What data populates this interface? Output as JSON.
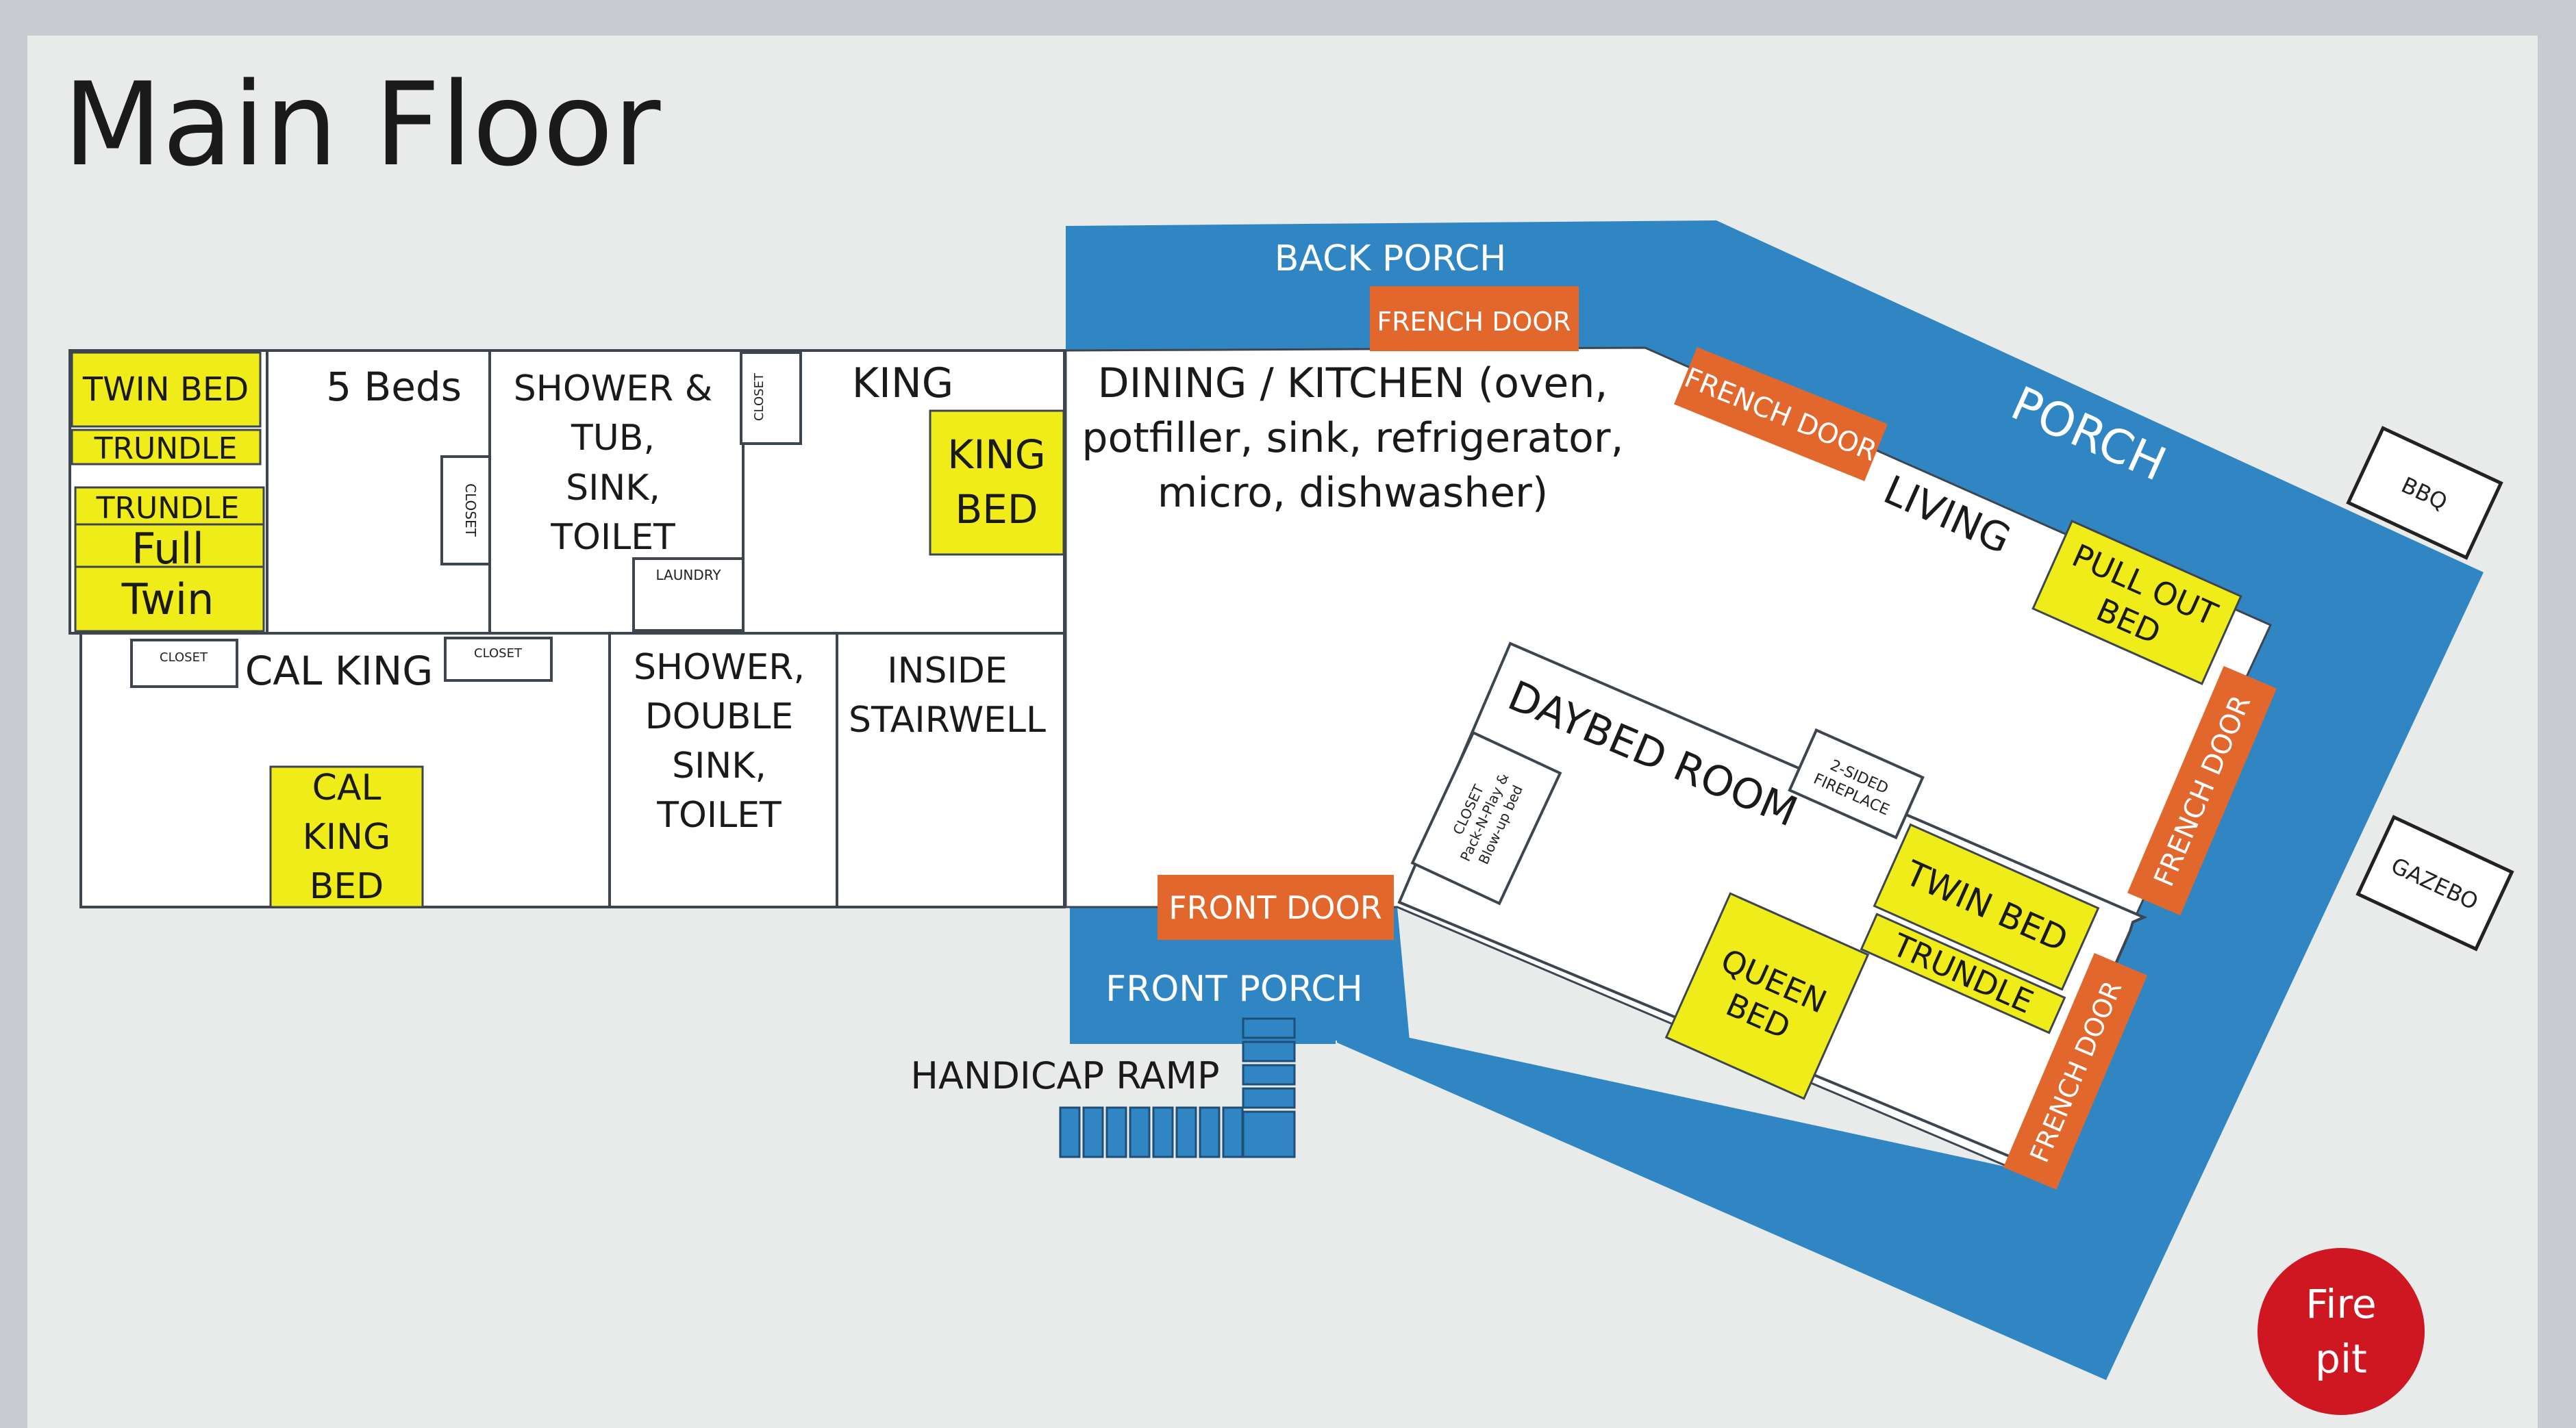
{
  "title": "Main Floor",
  "colors": {
    "slide": "#e9ebea",
    "porch": "#2f86c3",
    "door": "#e2672d",
    "bed": "#f0ec1a",
    "fire_pit": "#cf1722",
    "wall": "#3d4650"
  },
  "porches": {
    "back": "BACK PORCH",
    "side": "PORCH",
    "front": "FRONT PORCH"
  },
  "doors": {
    "french_top": "FRENCH DOOR",
    "french_diag": "FRENCH DOOR",
    "french_right": "FRENCH DOOR",
    "french_lower": "FRENCH DOOR",
    "front": "FRONT DOOR"
  },
  "rooms": {
    "five_beds": "5 Beds",
    "shower_tub": [
      "SHOWER &",
      "TUB,",
      "SINK,",
      "TOILET"
    ],
    "king": "KING",
    "dining": [
      "DINING / KITCHEN (oven,",
      "potfiller, sink, refrigerator,",
      "micro, dishwasher)"
    ],
    "living": "LIVING",
    "cal_king": "CAL KING",
    "shower_double": [
      "SHOWER,",
      "DOUBLE",
      "SINK,",
      "TOILET"
    ],
    "stairwell": [
      "INSIDE",
      "STAIRWELL"
    ],
    "daybed": "DAYBED ROOM"
  },
  "beds": {
    "twin_bed": "TWIN BED",
    "trundle1": "TRUNDLE",
    "trundle2": "TRUNDLE",
    "full": "Full",
    "twin": "Twin",
    "king_bed": [
      "KING",
      "BED"
    ],
    "cal_king_bed": [
      "CAL",
      "KING",
      "BED"
    ],
    "pull_out": [
      "PULL OUT",
      "BED"
    ],
    "twin_bed_daybed": "TWIN BED",
    "trundle_daybed": "TRUNDLE",
    "queen": [
      "QUEEN",
      "BED"
    ]
  },
  "small_labels": {
    "closet": "CLOSET",
    "laundry": "LAUNDRY",
    "fireplace": [
      "2-SIDED",
      "FIREPLACE"
    ],
    "daybed_closet": [
      "CLOSET",
      "Pack-N-Play &",
      "Blow-up bed"
    ]
  },
  "outside": {
    "bbq": "BBQ",
    "gazebo": "GAZEBO",
    "ramp": "HANDICAP RAMP",
    "fire_pit": [
      "Fire",
      "pit"
    ]
  }
}
